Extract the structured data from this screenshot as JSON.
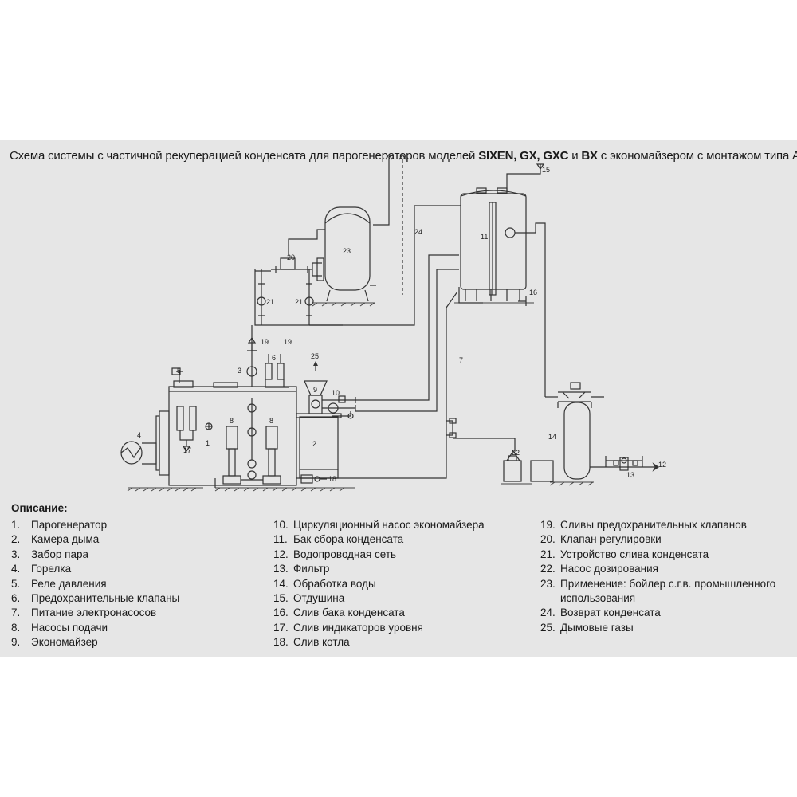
{
  "title": {
    "prefix": "Схема системы с частичной рекуперацией конденсата для парогенераторов моделей ",
    "models": "SIXEN, GX, GXC",
    "and": " и ",
    "model_last": "BX",
    "suffix": " с экономайзером с монтажом типа А"
  },
  "legend": {
    "heading": "Описание:",
    "items": [
      {
        "num": "1.",
        "text": "Парогенератор"
      },
      {
        "num": "2.",
        "text": "Камера дыма"
      },
      {
        "num": "3.",
        "text": "Забор пара"
      },
      {
        "num": "4.",
        "text": "Горелка"
      },
      {
        "num": "5.",
        "text": "Реле давления"
      },
      {
        "num": "6.",
        "text": "Предохранительные клапаны"
      },
      {
        "num": "7.",
        "text": "Питание электронасосов"
      },
      {
        "num": "8.",
        "text": "Насосы подачи"
      },
      {
        "num": "9.",
        "text": "Экономайзер"
      },
      {
        "num": "10.",
        "text": "Циркуляционный насос экономайзера"
      },
      {
        "num": "11.",
        "text": "Бак сбора конденсата"
      },
      {
        "num": "12.",
        "text": "Водопроводная сеть"
      },
      {
        "num": "13.",
        "text": "Фильтр"
      },
      {
        "num": "14.",
        "text": "Обработка воды"
      },
      {
        "num": "15.",
        "text": "Отдушина"
      },
      {
        "num": "16.",
        "text": "Слив бака конденсата"
      },
      {
        "num": "17.",
        "text": "Слив индикаторов уровня"
      },
      {
        "num": "18.",
        "text": "Слив котла"
      },
      {
        "num": "19.",
        "text": "Сливы предохранительных клапанов"
      },
      {
        "num": "20.",
        "text": "Клапан регулировки"
      },
      {
        "num": "21.",
        "text": "Устройство слива конденсата"
      },
      {
        "num": "22.",
        "text": "Насос дозирования"
      },
      {
        "num": "23.",
        "text": "Применение: бойлер с.г.в. промышленного использования"
      },
      {
        "num": "24.",
        "text": "Возврат конденсата"
      },
      {
        "num": "25.",
        "text": "Дымовые газы"
      }
    ]
  },
  "diagram": {
    "labels": {
      "n1": "1",
      "n2": "2",
      "n3": "3",
      "n4": "4",
      "n5": "5",
      "n6": "6",
      "n7": "7",
      "n8a": "8",
      "n8b": "8",
      "n9": "9",
      "n10": "10",
      "n11": "11",
      "n12": "12",
      "n13": "13",
      "n14": "14",
      "n15": "15",
      "n16": "16",
      "n17": "17",
      "n18": "18",
      "n19a": "19",
      "n19b": "19",
      "n20": "20",
      "n21a": "21",
      "n21b": "21",
      "n22": "22",
      "n23": "23",
      "n24": "24",
      "n25": "25"
    }
  }
}
